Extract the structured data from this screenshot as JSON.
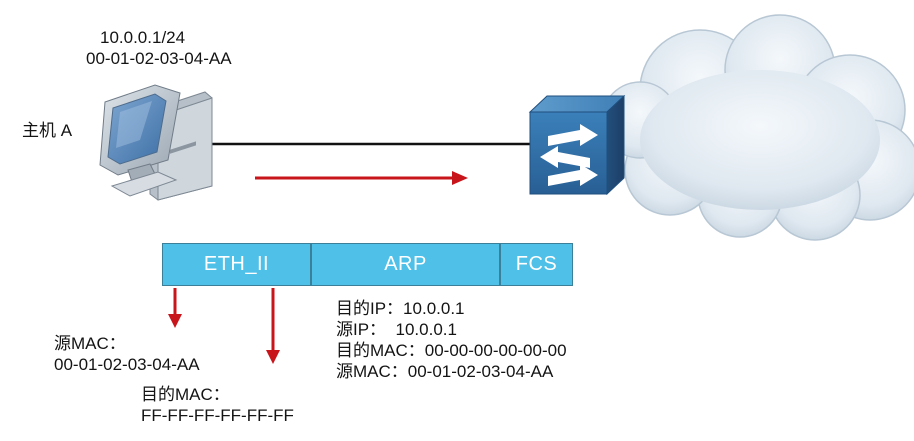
{
  "host": {
    "name": "主机 A",
    "ip": "10.0.0.1/24",
    "mac": "00-01-02-03-04-AA"
  },
  "frame": {
    "fields": [
      {
        "label": "ETH_II"
      },
      {
        "label": "ARP"
      },
      {
        "label": "FCS"
      }
    ]
  },
  "eth_header": {
    "src_mac_label": "源MAC：",
    "src_mac_value": "00-01-02-03-04-AA",
    "dst_mac_label": "目的MAC：",
    "dst_mac_value": "FF-FF-FF-FF-FF-FF"
  },
  "arp_payload": {
    "lines": [
      "目的IP：10.0.0.1",
      "源IP：  10.0.0.1",
      "目的MAC：00-00-00-00-00-00",
      "源MAC：00-01-02-03-04-AA"
    ]
  },
  "colors": {
    "arrow": "#c8151b",
    "frame_fill": "#4fc0e8",
    "frame_border": "#3b7f99",
    "switch_body": "#3a7fb5",
    "cloud": "#dfe8f0"
  },
  "icons": [
    "computer-icon",
    "switch-icon",
    "cloud-icon",
    "direction-arrow-icon",
    "down-arrow-icon"
  ]
}
